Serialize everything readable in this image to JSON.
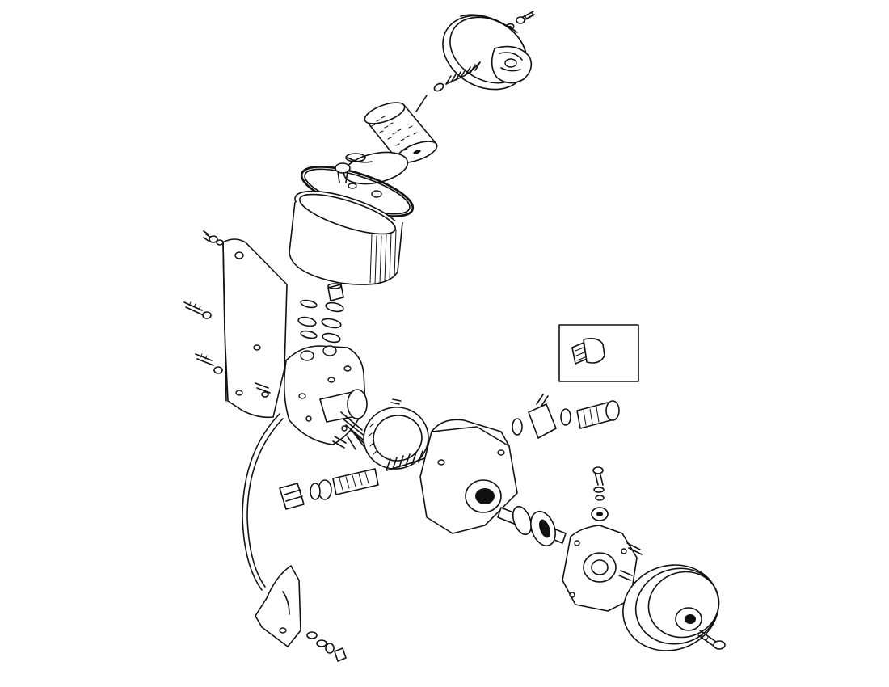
{
  "diagram": {
    "type": "exploded-view-line-drawing",
    "subject": "power-steering-pump-assembly",
    "background_color": "#ffffff",
    "line_color": "#111111",
    "has_printed_text": false,
    "parts": [
      "reservoir-cap-screw",
      "reservoir-cap-washer",
      "reservoir-cover-plate",
      "filler-cap",
      "relief-spring",
      "filter-element",
      "reservoir-o-ring",
      "reservoir-retaining-plate",
      "reservoir-bowl",
      "mounting-bracket",
      "bracket-bolts",
      "nipple",
      "reservoir-seal-rings",
      "pump-end-cover",
      "rotor-assembly",
      "cam-ring",
      "flow-control-valve-spring",
      "flow-control-valve",
      "valve-plug",
      "pump-body",
      "outlet-union",
      "banjo-bolt",
      "inset-fitting",
      "drive-shaft",
      "shaft-bearing",
      "front-cover",
      "cover-studs",
      "drive-pulley",
      "pulley-nut-bolt",
      "hose-pipe",
      "support-strap",
      "strap-nut-washers"
    ]
  }
}
